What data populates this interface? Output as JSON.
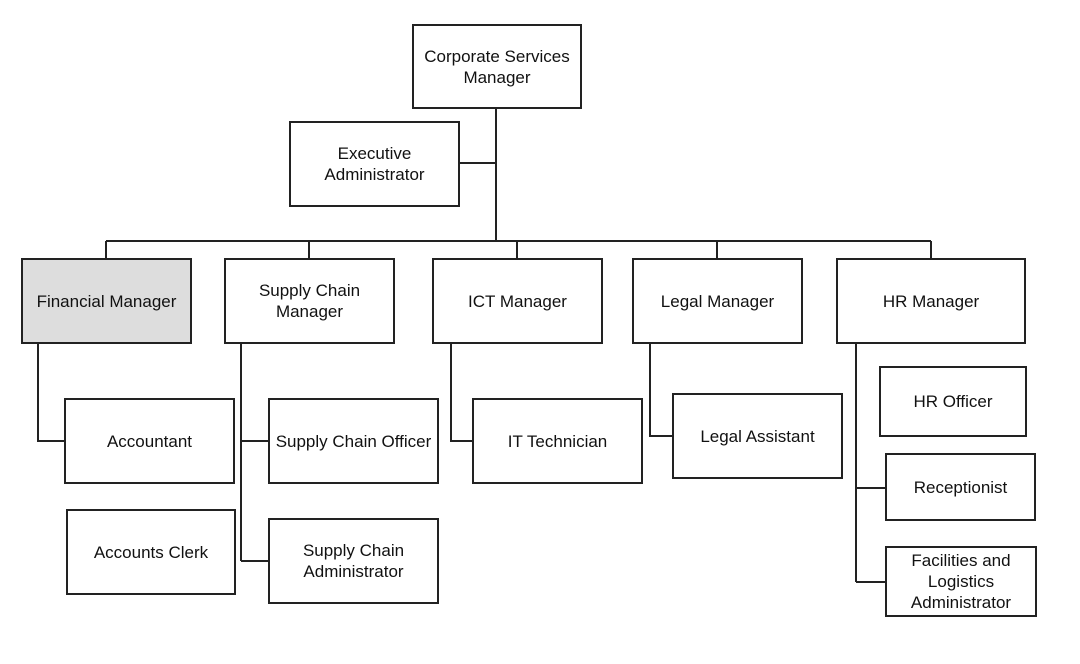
{
  "colors": {
    "line": "#222222",
    "box_fill": "#ffffff",
    "highlight_fill": "#dddddd",
    "text": "#111111"
  },
  "nodes": {
    "corporate_services_manager": "Corporate Services\nManager",
    "executive_administrator": "Executive\nAdministrator",
    "financial_manager": "Financial Manager",
    "supply_chain_manager": "Supply Chain\nManager",
    "ict_manager": "ICT Manager",
    "legal_manager": "Legal Manager",
    "hr_manager": "HR Manager",
    "accountant": "Accountant",
    "accounts_clerk": "Accounts Clerk",
    "supply_chain_officer": "Supply Chain Officer",
    "supply_chain_administrator": "Supply Chain\nAdministrator",
    "it_technician": "IT Technician",
    "legal_assistant": "Legal Assistant",
    "hr_officer": "HR Officer",
    "receptionist": "Receptionist",
    "facilities_logistics_administrator": "Facilities and\nLogistics\nAdministrator"
  },
  "highlighted_node": "financial_manager"
}
